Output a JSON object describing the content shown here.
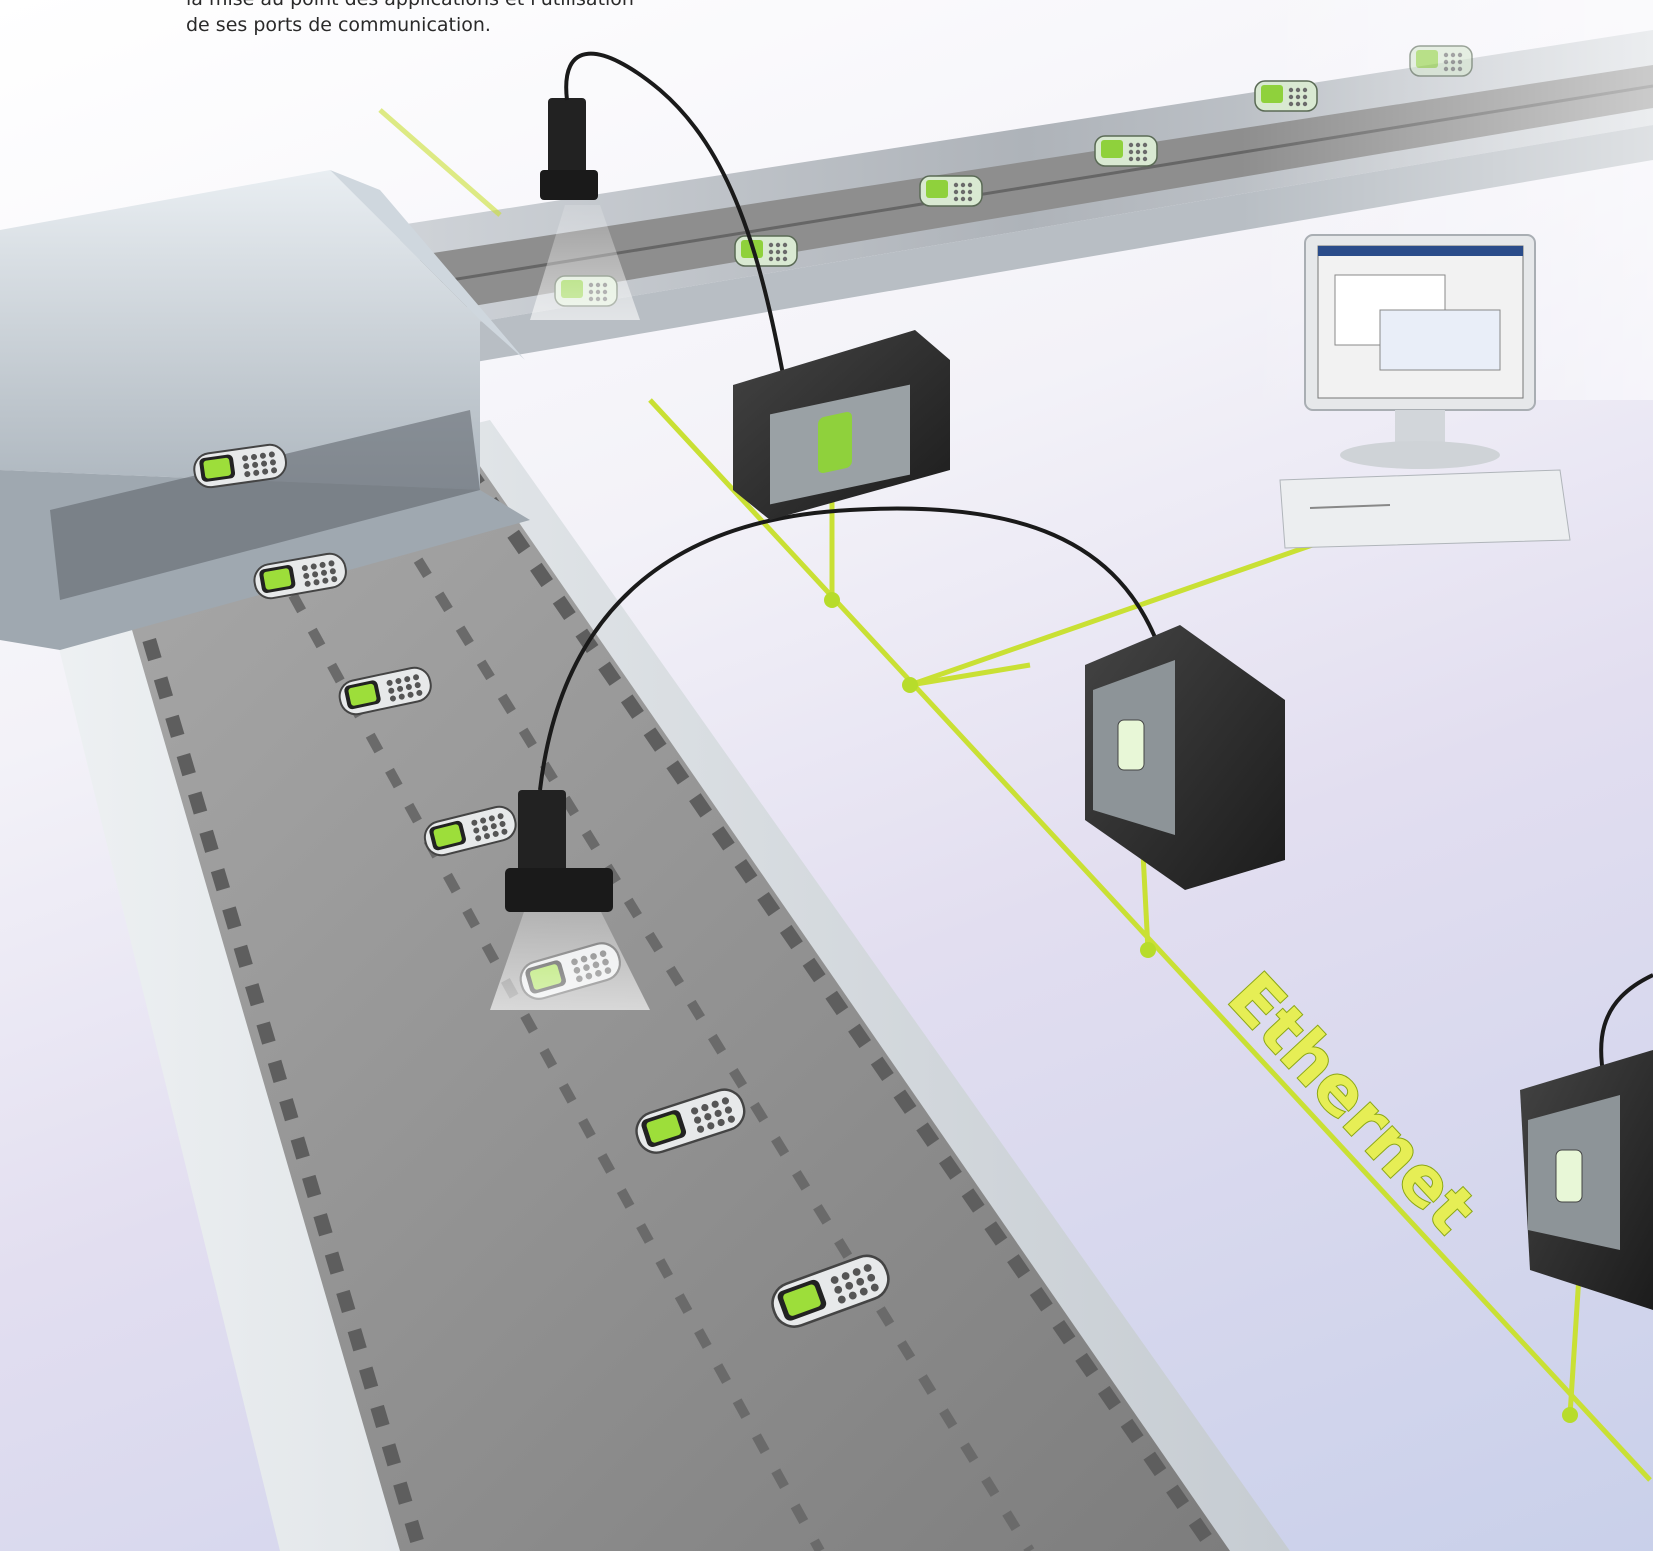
{
  "caption": {
    "line1": "la mise au point des applications et l'utilisation",
    "line2": "de ses ports de communication."
  },
  "network": {
    "label": "Ethernet",
    "color": "#c9e034",
    "node_color": "#b7dc2b"
  },
  "colors": {
    "conveyor_belt": "#8f8f8f",
    "conveyor_frame": "#d6dbe0",
    "controller_body": "#2b2b2b",
    "phone_screen": "#9dde3a"
  }
}
